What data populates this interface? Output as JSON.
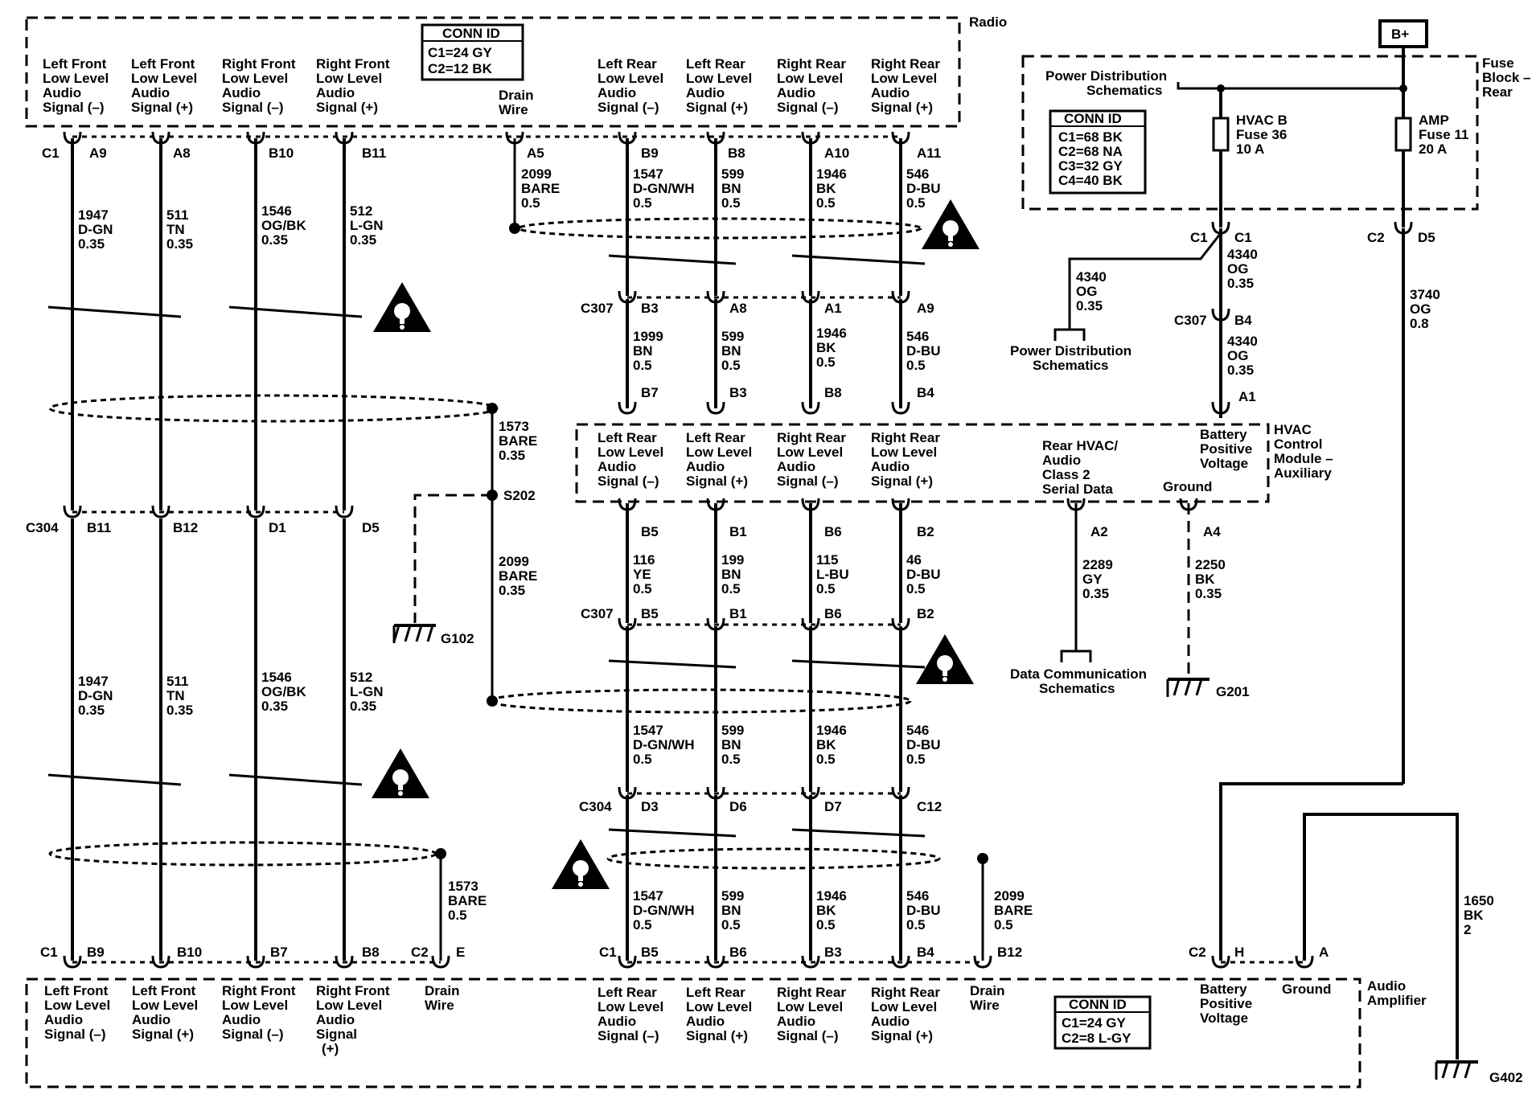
{
  "modules": {
    "radio": "Radio",
    "fuse_block": [
      "Fuse",
      "Block –",
      "Rear"
    ],
    "hvac": [
      "HVAC",
      "Control",
      "Module –",
      "Auxiliary"
    ],
    "amp": [
      "Audio",
      "Amplifier"
    ],
    "b_plus": "B+"
  },
  "conn_ids": {
    "radio": {
      "title": "CONN ID",
      "lines": [
        "C1=24 GY",
        "C2=12 BK"
      ]
    },
    "fuse": {
      "title": "CONN ID",
      "lines": [
        "C1=68 BK",
        "C2=68 NA",
        "C3=32 GY",
        "C4=40 BK"
      ]
    },
    "amp": {
      "title": "CONN ID",
      "lines": [
        "C1=24 GY",
        "C2=8 L-GY"
      ]
    }
  },
  "signal_labels": {
    "lf_minus": [
      "Left Front",
      "Low Level",
      "Audio",
      "Signal (–)"
    ],
    "lf_plus": [
      "Left Front",
      "Low Level",
      "Audio",
      "Signal (+)"
    ],
    "rf_minus": [
      "Right Front",
      "Low Level",
      "Audio",
      "Signal (–)"
    ],
    "rf_plus": [
      "Right Front",
      "Low Level",
      "Audio",
      "Signal (+)"
    ],
    "lr_minus": [
      "Left Rear",
      "Low Level",
      "Audio",
      "Signal (–)"
    ],
    "lr_plus": [
      "Left Rear",
      "Low Level",
      "Audio",
      "Signal (+)"
    ],
    "rr_minus": [
      "Right Rear",
      "Low Level",
      "Audio",
      "Signal (–)"
    ],
    "rr_plus": [
      "Right Rear",
      "Low Level",
      "Audio",
      "Signal (+)"
    ],
    "amp_rf_plus": [
      "Right Front",
      "Low Level",
      "Audio",
      "Signal",
      "(+)"
    ],
    "drain": [
      "Drain",
      "Wire"
    ],
    "serial": [
      "Rear HVAC/",
      "Audio",
      "Class 2",
      "Serial Data"
    ],
    "ground": "Ground",
    "battery": [
      "Battery",
      "Positive",
      "Voltage"
    ],
    "power_dist": [
      "Power Distribution",
      "Schematics"
    ],
    "data_comm": [
      "Data Communication",
      "Schematics"
    ],
    "hvac_fuse": [
      "HVAC B",
      "Fuse 36",
      "10 A"
    ],
    "amp_fuse": [
      "AMP",
      "Fuse 11",
      "20 A"
    ]
  },
  "connectors": {
    "radio_top": [
      {
        "text": "C1"
      },
      {
        "text": "A9"
      },
      {
        "text": "A8"
      },
      {
        "text": "B10"
      },
      {
        "text": "B11"
      },
      {
        "text": "A5"
      },
      {
        "text": "B9"
      },
      {
        "text": "B8"
      },
      {
        "text": "A10"
      },
      {
        "text": "A11"
      }
    ],
    "c307_upper": [
      "C307",
      "B3",
      "A8",
      "A1",
      "A9"
    ],
    "hvac_top": [
      "B7",
      "B3",
      "B8",
      "B4",
      "A1"
    ],
    "hvac_bottom": [
      "B5",
      "B1",
      "B6",
      "B2",
      "A2",
      "A4"
    ],
    "c307_lower": [
      "C307",
      "B5",
      "B1",
      "B6",
      "B2"
    ],
    "c304_left": [
      "C304",
      "B11",
      "B12",
      "D1",
      "D5"
    ],
    "c304_right": [
      "C304",
      "D3",
      "D6",
      "D7",
      "C12"
    ],
    "amp_c1_left": [
      "C1",
      "B9",
      "B10",
      "B7",
      "B8"
    ],
    "amp_c2_drain": [
      "C2",
      "E"
    ],
    "amp_c1_right": [
      "C1",
      "B5",
      "B6",
      "B3",
      "B4",
      "B12"
    ],
    "amp_c2_right": [
      "C2",
      "H",
      "A"
    ],
    "fuse_conn": [
      "C1",
      "C1",
      "C2",
      "D5"
    ],
    "c307_hvac": [
      "C307",
      "B4"
    ],
    "s202": "S202",
    "grounds": [
      "G102",
      "G201",
      "G402"
    ]
  },
  "wires": {
    "left_upper": [
      [
        "1947",
        "D-GN",
        "0.35"
      ],
      [
        "511",
        "TN",
        "0.35"
      ],
      [
        "1546",
        "OG/BK",
        "0.35"
      ],
      [
        "512",
        "L-GN",
        "0.35"
      ]
    ],
    "left_lower": [
      [
        "1947",
        "D-GN",
        "0.35"
      ],
      [
        "511",
        "TN",
        "0.35"
      ],
      [
        "1546",
        "OG/BK",
        "0.35"
      ],
      [
        "512",
        "L-GN",
        "0.35"
      ]
    ],
    "right_top": [
      [
        "1547",
        "D-GN/WH",
        "0.5"
      ],
      [
        "599",
        "BN",
        "0.5"
      ],
      [
        "1946",
        "BK",
        "0.5"
      ],
      [
        "546",
        "D-BU",
        "0.5"
      ]
    ],
    "right_c307": [
      [
        "1999",
        "BN",
        "0.5"
      ],
      [
        "599",
        "BN",
        "0.5"
      ],
      [
        "1946",
        "BK",
        "0.5"
      ],
      [
        "546",
        "D-BU",
        "0.5"
      ]
    ],
    "right_hvac_out": [
      [
        "116",
        "YE",
        "0.5"
      ],
      [
        "199",
        "BN",
        "0.5"
      ],
      [
        "115",
        "L-BU",
        "0.5"
      ],
      [
        "46",
        "D-BU",
        "0.5"
      ]
    ],
    "right_mid": [
      [
        "1547",
        "D-GN/WH",
        "0.5"
      ],
      [
        "599",
        "BN",
        "0.5"
      ],
      [
        "1946",
        "BK",
        "0.5"
      ],
      [
        "546",
        "D-BU",
        "0.5"
      ]
    ],
    "right_bottom": [
      [
        "1547",
        "D-GN/WH",
        "0.5"
      ],
      [
        "599",
        "BN",
        "0.5"
      ],
      [
        "1946",
        "BK",
        "0.5"
      ],
      [
        "546",
        "D-BU",
        "0.5"
      ]
    ],
    "drain_radio": [
      "2099",
      "BARE",
      "0.5"
    ],
    "drain_s202_upper": [
      "1573",
      "BARE",
      "0.35"
    ],
    "drain_s202_lower": [
      "2099",
      "BARE",
      "0.35"
    ],
    "drain_amp_left": [
      "1573",
      "BARE",
      "0.5"
    ],
    "drain_amp_right": [
      "2099",
      "BARE",
      "0.5"
    ],
    "hvac_feed": [
      "4340",
      "OG",
      "0.35"
    ],
    "hvac_feed2": [
      "4340",
      "OG",
      "0.35"
    ],
    "power_branch": [
      "4340",
      "OG",
      "0.35"
    ],
    "amp_feed": [
      "3740",
      "OG",
      "0.8"
    ],
    "serial_wire": [
      "2289",
      "GY",
      "0.35"
    ],
    "hvac_gnd": [
      "2250",
      "BK",
      "0.35"
    ],
    "amp_gnd": [
      "1650",
      "BK",
      "2"
    ]
  }
}
